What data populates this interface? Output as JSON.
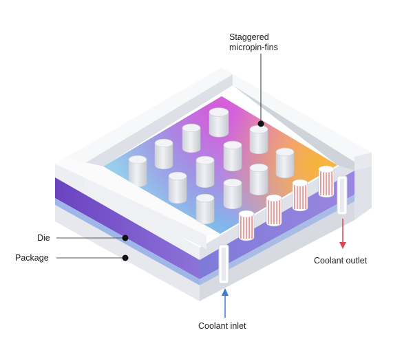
{
  "labels": {
    "micropins_line1": "Staggered",
    "micropins_line2": "micropin-fins",
    "die": "Die",
    "package": "Package",
    "coolant_outlet": "Coolant outlet",
    "coolant_inlet": "Coolant inlet"
  },
  "colors": {
    "inlet_arrow": "#3a7bd5",
    "outlet_arrow": "#d9464f",
    "die_layer": "#7a55c8",
    "package_layer": "#e9ebf0",
    "pin_fill": "#e3e5ea",
    "pin_stripe": "#e88a8a"
  }
}
